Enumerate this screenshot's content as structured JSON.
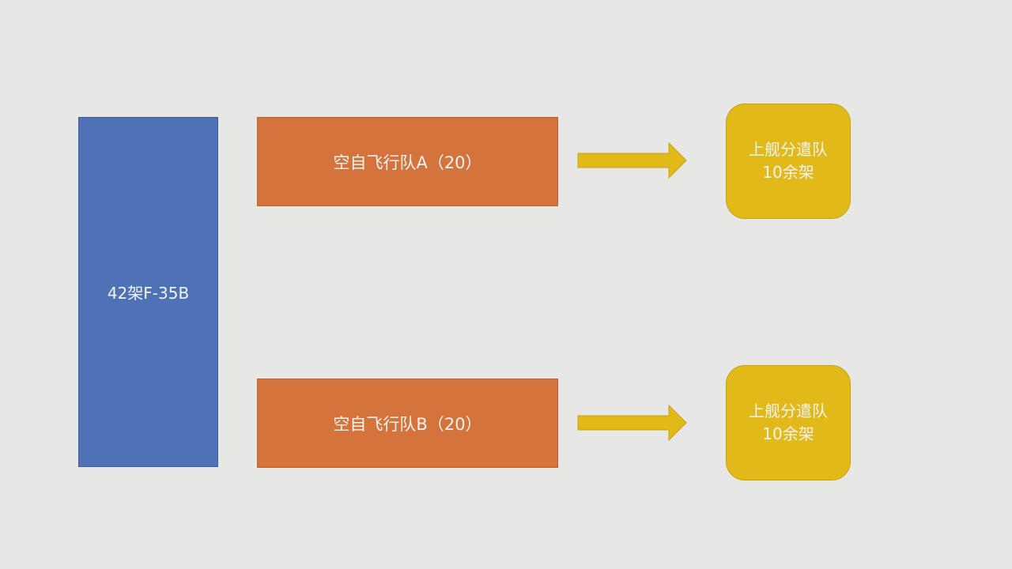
{
  "colors": {
    "background": "#e7e8e6",
    "aircraft_block": "#4e72b5",
    "squadron_block": "#d4743c",
    "detachment_block": "#e1b918",
    "text": "#f2f2f2"
  },
  "aircraft_total": {
    "label": "42架F-35B"
  },
  "squadrons": [
    {
      "label": "空自飞行队A（20）",
      "detachment": {
        "line1": "上舰分遣队",
        "line2": "10余架"
      }
    },
    {
      "label": "空自飞行队B（20）",
      "detachment": {
        "line1": "上舰分遣队",
        "line2": "10余架"
      }
    }
  ]
}
